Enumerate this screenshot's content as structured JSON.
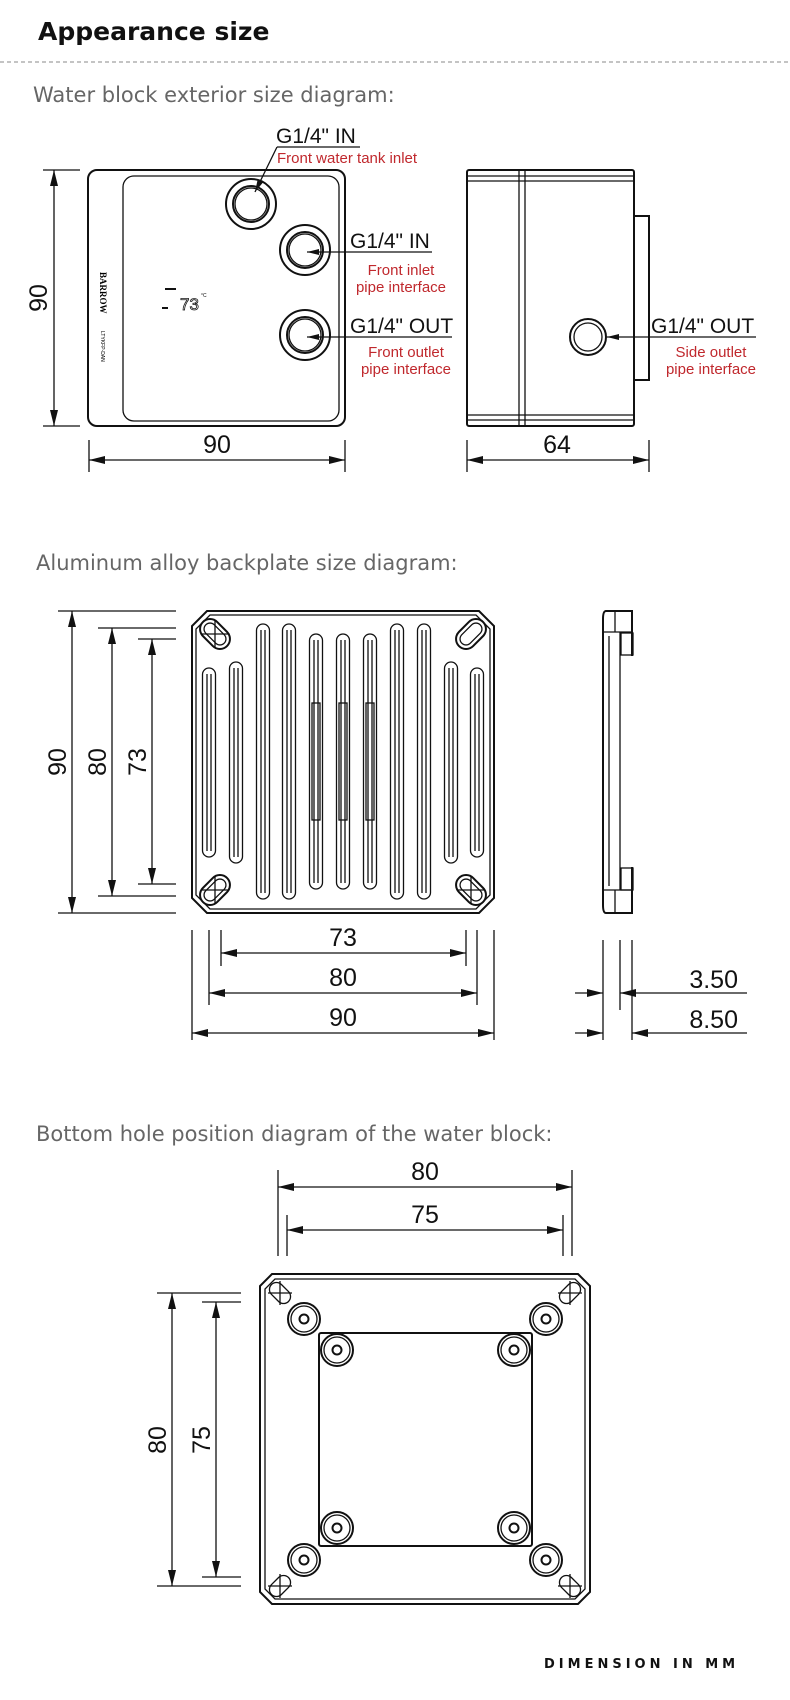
{
  "header": {
    "title": "Appearance size"
  },
  "sections": [
    {
      "title": "Water block exterior size diagram:",
      "front_view": {
        "ports": [
          {
            "label": "G1/4\" IN",
            "desc": [
              "Front water tank inlet"
            ]
          },
          {
            "label": "G1/4\" IN",
            "desc": [
              "Front inlet",
              "pipe interface"
            ]
          },
          {
            "label": "G1/4\" OUT",
            "desc": [
              "Front outlet",
              "pipe interface"
            ]
          }
        ],
        "width_dim": "90",
        "height_dim": "90",
        "logo": "BARROW",
        "model": "LTYKFP-DAN",
        "display": {
          "value": "73",
          "unit": "°C"
        }
      },
      "side_view": {
        "port": {
          "label": "G1/4\" OUT",
          "desc": [
            "Side outlet",
            "pipe interface"
          ]
        },
        "depth_dim": "64"
      }
    },
    {
      "title": "Aluminum alloy backplate size diagram:",
      "height_dims": [
        "90",
        "80",
        "73"
      ],
      "width_dims": [
        "73",
        "80",
        "90"
      ],
      "thickness_dims": [
        "3.50",
        "8.50"
      ]
    },
    {
      "title": "Bottom hole position diagram of the water block:",
      "width_dims": [
        "80",
        "75"
      ],
      "height_dims": [
        "80",
        "75"
      ]
    }
  ],
  "footer": {
    "note": "DIMENSION IN MM"
  },
  "colors": {
    "annotation_red": "#c0282d",
    "subtitle_gray": "#666666",
    "line": "#111111"
  }
}
